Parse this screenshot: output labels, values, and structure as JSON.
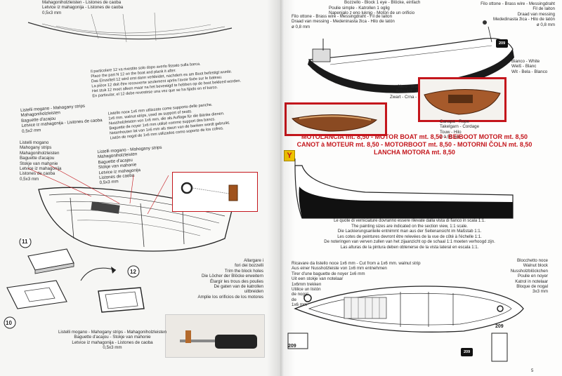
{
  "left": {
    "top_note": "Mahagoniholzleisten - Listones de caoba\nLetvice iz mahagonija - Listones de caoba\n0,5x3 mm",
    "instruction_12": "Il particolare 12 va rivestito solo dopo averlo fissato sulla barca.\nPlace the part N 12 on the boat and plank it after.\nDas Einzelteil 12 wird erst dann verkleidet, nachdem es am Boot befestigt wurde.\nLa pièce 12 doit être recouverte seulement après l'avoir fixée sur le bateau.\nHet stuk 12 moet alleen maar na het bevestigd te hebben op de boot bekleed worden.\nEn particular, el 12 debe revestirse una vez que se ha fijado en el barco.",
    "walnut_note": "Listello noce 1x6 mm utilizzato come supporto delle panche.\n1x6 mm. walnut strips, used as support of seats.\nNussholzleisten von 1x6 mm, die als Auflage für die Bänke dienen.\nBaguette de noyer 1x6 mm utilisé comme support des bancs.\nNotenhouten lat van 1x6 mm als steun van de banken wordt gebruikt.\nListón de nogal de 1x6 mm utilizados como soporte de los cofres.",
    "mahogany_a": "Listelli mogano - Mahogany strips\nMahagoniholzleisten\nBaguette d'acajou\nLetvice iz mahagonija - Listones de caoba\n0,5x2 mm",
    "mahogany_b": "Listelli mogano\nMahogany strips\nMahagoniholzleisten\nBaguette d'acajou\nStokje van mahonie\nLetvice iz mahagonija\nListones de caoba\n0,5x3 mm",
    "mahogany_c": "Listelli mogano - Mahogany strips\nMahagoniholzleisten\nBaguette d'acajou\nStokje van mahonie\nLetvice iz mahagonija\nListones de caoba\n0,5x3 mm",
    "holes_note": "Allargare i\nfori dei bozzelli\nTrim the block holes\nDie Löcher der Blöcke erweitern\nÉlargir les trous des poulies\nDe gaten van de katrollen\nuitbreiden\nAmplie los orificios de los motores",
    "bottom_note": "Listelli mogano - Mahogany strips - Mahagoniholzleisten\nBaguette d'acajou - Stokje van mahonie\nLetvice iz mahagonija - Listones de caoba\n0,5x3 mm",
    "part_11": "11",
    "part_12": "12",
    "part_10": "10"
  },
  "right": {
    "top_block_note": "Poulie simple - Katrollen 1 oglig\nNapenjalo z eno luknjo - Motón de un orificio",
    "top_block_note_2": "Bozzello - Block 1 eye - Blöcke, einfach",
    "brass_wire": "Filo ottone - Brass wire - Messingdraht - Fil de laiton\nDraad van messing - Medeninasta žica - Hilo de latón\nø 0,8 mm",
    "brass_wire_right": "Filo ottone - Brass wire - Messingdraht\nFil de laiton\nDraad van messing\nMededinasta žica - Hilo de latón\nø 0,8 mm",
    "badge_209": "209",
    "black_note": "Nero - Black\nSchwarz - Noir\nZwart - Crna - Negro",
    "white_note": "Bianco - White\nWeiß - Blanc\nWit - Bela - Blanco",
    "rope_note": "Canapa - Rope\nTakelgarn - Cordage\nTouw - Hilo\nø 0,50 mm",
    "title_lines": [
      "MOTOLANCIA mt. 8,50 - MOTOR BOAT mt. 8,50 - BEIBOOT MOTOR mt. 8,50",
      "CANOT à MOTEUR mt. 8,50 - MOTORBOOT mt. 8,50 - MOTORNI ČOLN mt. 8,50",
      "LANCHA MOTORA mt. 8,50"
    ],
    "yellow_badge": "Y",
    "painting_note": "Le quote di verniciature dovranno essere rilevate dalla vista di fianco in scala 1:1.\nThe painting sizes are indicated on the section view, 1:1 scale.\nDie Lackierungsanteile entnimmt man aus der Seitenansicht im Maßstab 1:1.\nLes cotes de peintures devront être relevées de la vue de côté à l'échelle 1:1.\nDe noteringen van verven zullen van het zijaanzicht op de schaal 1:1 moeten verhoogd zijn.\nLas alturas de la pintura deben obtenerse de la vista lateral en escala 1:1.",
    "walnut_cut": "Ricavare da listello noce 1x6 mm - Cut from a 1x6 mm. walnut strip\nAus einer Nussholzleiste von 1x6 mm entnehmen\nTirer d'une baguette de noyer 1x6 mm\nUit een stokje van notelaar\n1x6mm trekken\nUtilice un listón\nde nogal\nde\n1x6 mm",
    "walnut_block": "Blocchetto noce\nWalnut block\nNussholzblöckchen\nPoulie en noyer\nKatrol in notelaar\nBloque de nogal\n3x3 mm",
    "label_209_a": "209",
    "label_209_b": "209",
    "label_209_c": "209",
    "page_number": "5"
  }
}
